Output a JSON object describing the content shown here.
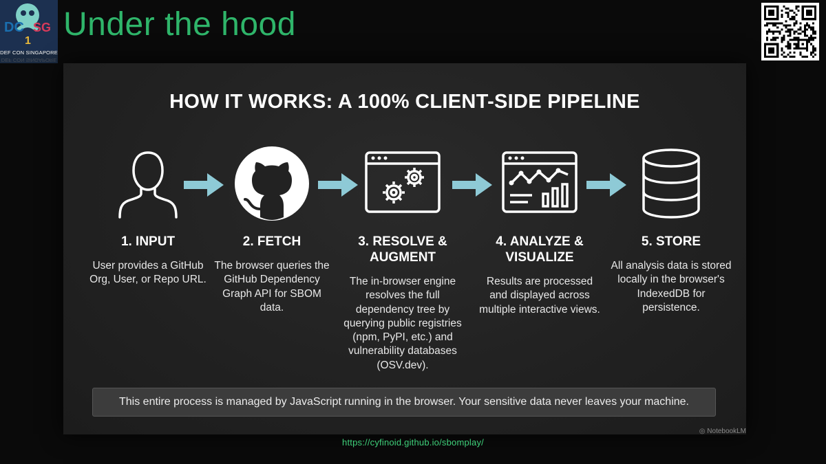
{
  "header": {
    "title": "Under the hood",
    "logo_caption": "DEF CON SINGAPORE",
    "logo_letters": [
      "DC",
      "SG",
      "1"
    ],
    "title_color": "#2fb56a"
  },
  "qr_code": {
    "icon": "qr-code-icon"
  },
  "panel": {
    "title": "HOW IT WORKS: A 100% CLIENT-SIDE PIPELINE",
    "steps": [
      {
        "icon": "user-icon",
        "title": "1. INPUT",
        "desc": "User provides a GitHub Org, User, or Repo URL."
      },
      {
        "icon": "github-icon",
        "title": "2. FETCH",
        "desc": "The browser queries the GitHub Dependency Graph API for SBOM data."
      },
      {
        "icon": "gears-window-icon",
        "title": "3. RESOLVE & AUGMENT",
        "desc": "The in-browser engine resolves the full dependency tree by querying public registries (npm, PyPI, etc.) and vulnerability databases (OSV.dev)."
      },
      {
        "icon": "analytics-window-icon",
        "title": "4. ANALYZE & VISUALIZE",
        "desc": "Results are processed and displayed across multiple interactive views."
      },
      {
        "icon": "database-icon",
        "title": "5. STORE",
        "desc": "All analysis data is stored locally in the browser's IndexedDB for persistence."
      }
    ],
    "arrow_color": "#8ecad6",
    "footer": "This entire process is managed by JavaScript running in the browser. Your sensitive data never leaves your machine.",
    "watermark": "NotebookLM"
  },
  "url": "https://cyfinoid.github.io/sbomplay/"
}
